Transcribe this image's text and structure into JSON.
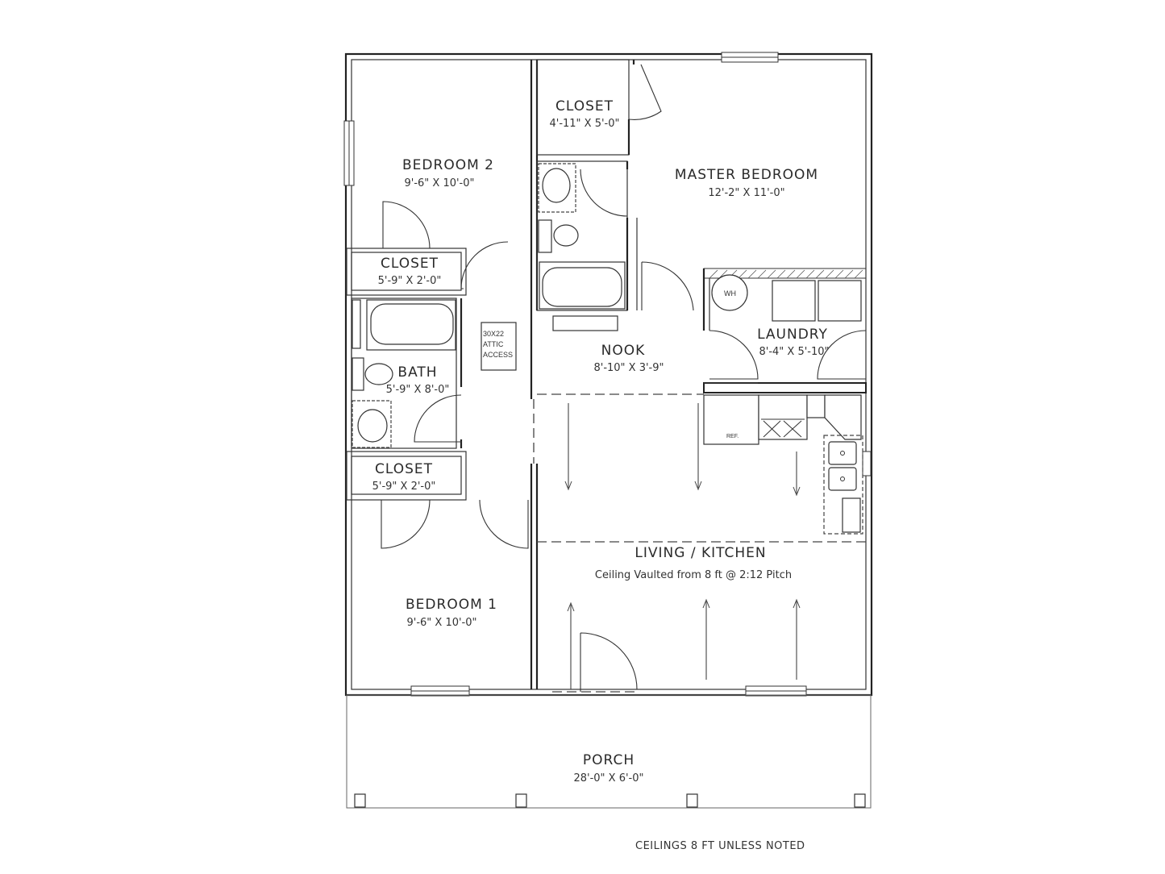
{
  "plan": {
    "rooms": {
      "bedroom2": {
        "name": "BEDROOM 2",
        "dim": "9'-6\" X 10'-0\""
      },
      "closet_master": {
        "name": "CLOSET",
        "dim": "4'-11\" X 5'-0\""
      },
      "master_bedroom": {
        "name": "MASTER BEDROOM",
        "dim": "12'-2\" X 11'-0\""
      },
      "closet_bed2": {
        "name": "CLOSET",
        "dim": "5'-9\" X 2'-0\""
      },
      "bath": {
        "name": "BATH",
        "dim": "5'-9\" X 8'-0\""
      },
      "closet_bed1": {
        "name": "CLOSET",
        "dim": "5'-9\" X 2'-0\""
      },
      "bedroom1": {
        "name": "BEDROOM 1",
        "dim": "9'-6\" X 10'-0\""
      },
      "nook": {
        "name": "NOOK",
        "dim": "8'-10\" X 3'-9\""
      },
      "laundry": {
        "name": "LAUNDRY",
        "dim": "8'-4\" X 5'-10\""
      },
      "living_kitchen": {
        "name": "LIVING / KITCHEN",
        "dim": "Ceiling Vaulted from 8 ft @ 2:12 Pitch"
      },
      "porch": {
        "name": "PORCH",
        "dim": "28'-0\" X 6'-0\""
      }
    },
    "attic_access": {
      "line1": "30X22",
      "line2": "ATTIC",
      "line3": "ACCESS"
    },
    "fixtures": {
      "water_heater": "WH",
      "refrigerator": "REF."
    },
    "footer_note": "CEILINGS 8 FT UNLESS NOTED"
  }
}
